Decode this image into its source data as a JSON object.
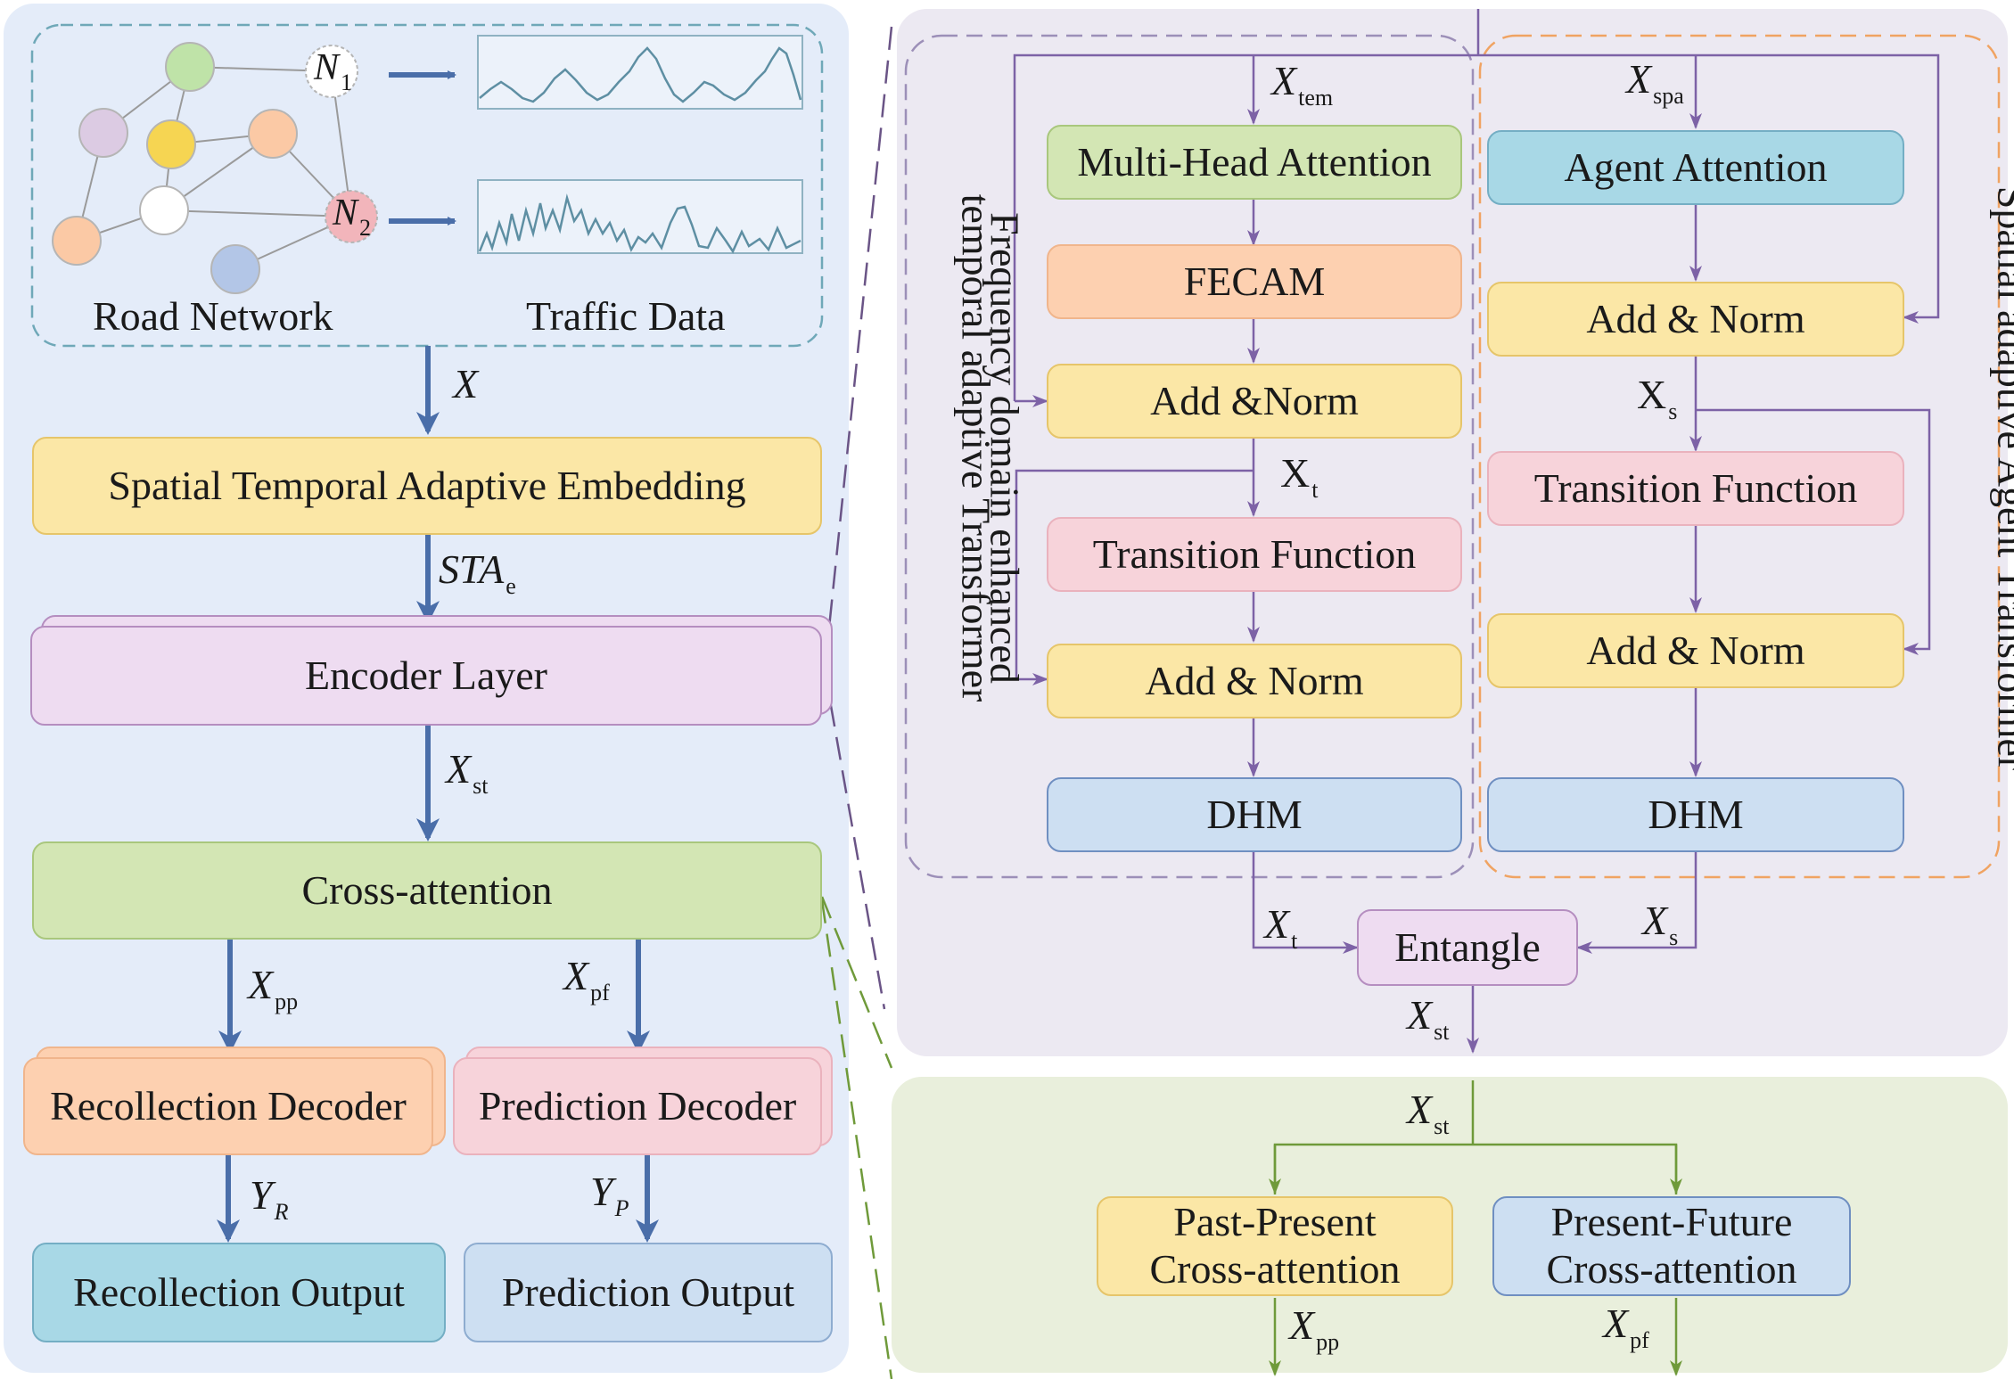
{
  "left": {
    "road_network_label": "Road Network",
    "traffic_data_label": "Traffic Data",
    "node1": "N",
    "node1_sub": "1",
    "node2": "N",
    "node2_sub": "2",
    "x_in": "X",
    "embedding": "Spatial Temporal Adaptive Embedding",
    "sta": "STA",
    "sta_sub": "e",
    "encoder": "Encoder Layer",
    "xst": "X",
    "xst_sub": "st",
    "cross": "Cross-attention",
    "xpp": "X",
    "xpp_sub": "pp",
    "xpf": "X",
    "xpf_sub": "pf",
    "recollection_decoder": "Recollection Decoder",
    "prediction_decoder": "Prediction Decoder",
    "yr": "Y",
    "yr_sub": "R",
    "yp": "Y",
    "yp_sub": "P",
    "recollection_output": "Recollection Output",
    "prediction_output": "Prediction Output"
  },
  "temporal": {
    "title_line1": "Frequency domain enhanced",
    "title_line2": "temporal  adaptive Transformer",
    "xtem": "X",
    "xtem_sub": "tem",
    "mha": "Multi-Head Attention",
    "fecam": "FECAM",
    "addnorm1": "Add &Norm",
    "xt_hat": "X",
    "xt_hat_sub": "t",
    "transition": "Transition Function",
    "addnorm2": "Add & Norm",
    "dhm": "DHM"
  },
  "spatial": {
    "title": "Spatial  adaptive Agent Transformer",
    "xspa": "X",
    "xspa_sub": "spa",
    "agent": "Agent Attention",
    "addnorm1": "Add & Norm",
    "xs_hat": "X",
    "xs_hat_sub": "s",
    "transition": "Transition Function",
    "addnorm2": "Add & Norm",
    "dhm": "DHM"
  },
  "entangle": {
    "label": "Entangle",
    "xt": "X",
    "xt_sub": "t",
    "xs": "X",
    "xs_sub": "s",
    "xst": "X",
    "xst_sub": "st"
  },
  "cross_detail": {
    "xst": "X",
    "xst_sub": "st",
    "past_present_line1": "Past-Present",
    "past_present_line2": "Cross-attention",
    "present_future_line1": "Present-Future",
    "present_future_line2": "Cross-attention",
    "xpp": "X",
    "xpp_sub": "pp",
    "xpf": "X",
    "xpf_sub": "pf"
  },
  "colors": {
    "left_panel": "#e4ecf9",
    "top_right_panel": "#ece9f2",
    "bottom_right_panel": "#e9efdc",
    "yellow": "#fbe7a6",
    "green": "#d3e6b4",
    "orange": "#fdd0b0",
    "pink": "#f7d3da",
    "blue": "#cddff2",
    "lavender": "#eedcf1",
    "teal": "#a8d8e6",
    "blue_arrow": "#4a6ea9",
    "purple_arrow": "#7d62a6",
    "green_arrow": "#6f9a3a"
  }
}
